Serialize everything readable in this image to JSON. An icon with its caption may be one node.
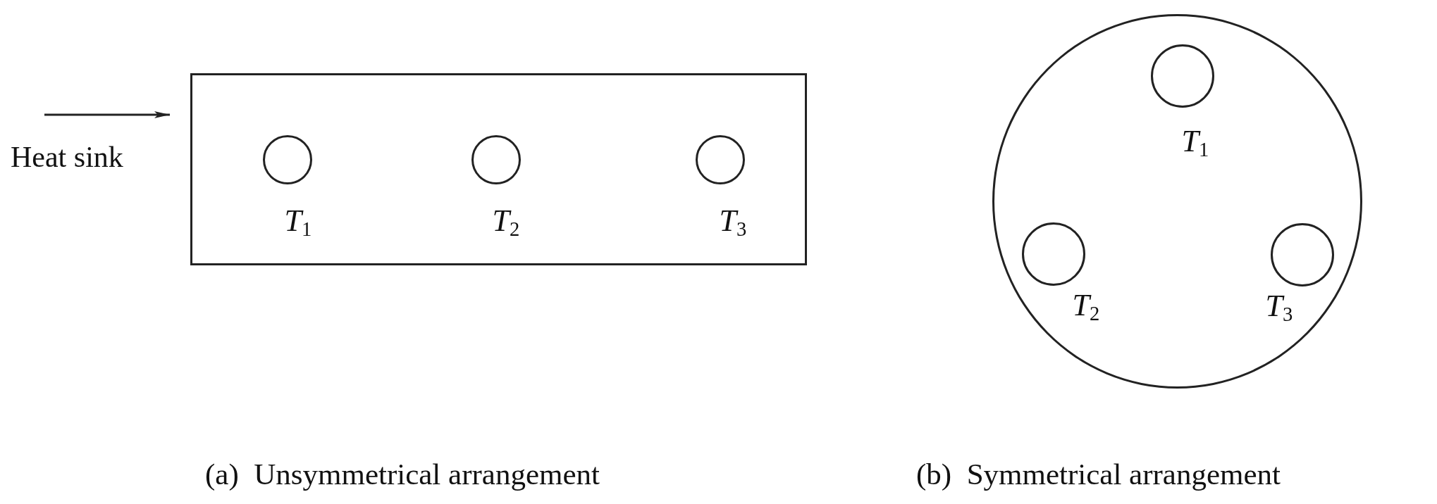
{
  "diagram": {
    "nodes": [
      {
        "text": [],
        "shape": "box",
        "beside": [
          "Heat sink"
        ]
      },
      {
        "text": [],
        "shape": "circle",
        "in": 0,
        "beside": [
          "*T*$_{1}$"
        ]
      },
      {
        "text": [],
        "shape": "circle",
        "in": 0,
        "beside": [
          "*T*$_{2}$"
        ]
      },
      {
        "text": [],
        "shape": "circle",
        "in": 0,
        "beside": [
          "*T*$_{3}$"
        ]
      },
      {
        "text": [],
        "shape": "circle"
      },
      {
        "text": [],
        "shape": "circle",
        "in": 4,
        "beside": [
          "*T*$_{1}$"
        ]
      },
      {
        "text": [],
        "shape": "circle",
        "in": 4,
        "beside": [
          "*T*$_{2}$"
        ]
      },
      {
        "text": [],
        "shape": "circle",
        "in": 4,
        "beside": [
          "*T*$_{3}$"
        ]
      }
    ],
    "labels": [
      "(a)  Unsymmetrical arrangement",
      "(b)  Symmetrical arrangement"
    ]
  }
}
